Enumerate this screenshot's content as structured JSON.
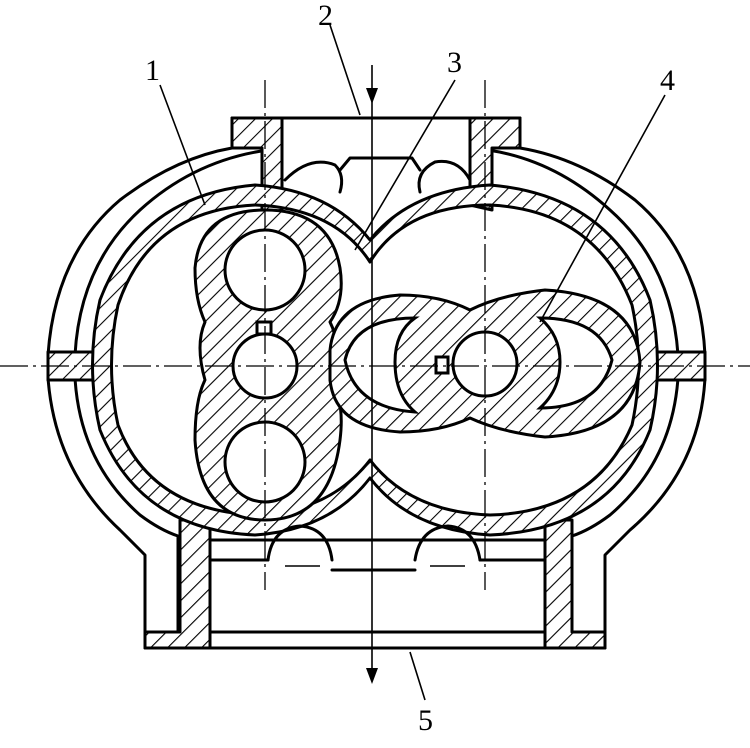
{
  "diagram": {
    "callouts": [
      {
        "id": "housing",
        "text": "1"
      },
      {
        "id": "inlet",
        "text": "2"
      },
      {
        "id": "left-rotor",
        "text": "3"
      },
      {
        "id": "right-rotor",
        "text": "4"
      },
      {
        "id": "outlet",
        "text": "5"
      }
    ]
  }
}
